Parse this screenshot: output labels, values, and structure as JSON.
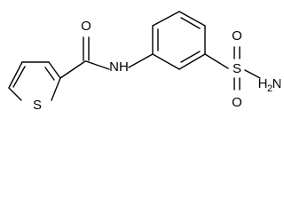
{
  "labels": {
    "oxygen_carbonyl": "O",
    "nitrogen_amide": "NH",
    "sulfur_thiophene": "S",
    "sulfur_sulfonamide": "S",
    "oxygen_sulfonyl_top": "O",
    "oxygen_sulfonyl_bottom": "O",
    "amine_h": "H",
    "amine_subscript": "2",
    "amine_n": "N"
  }
}
